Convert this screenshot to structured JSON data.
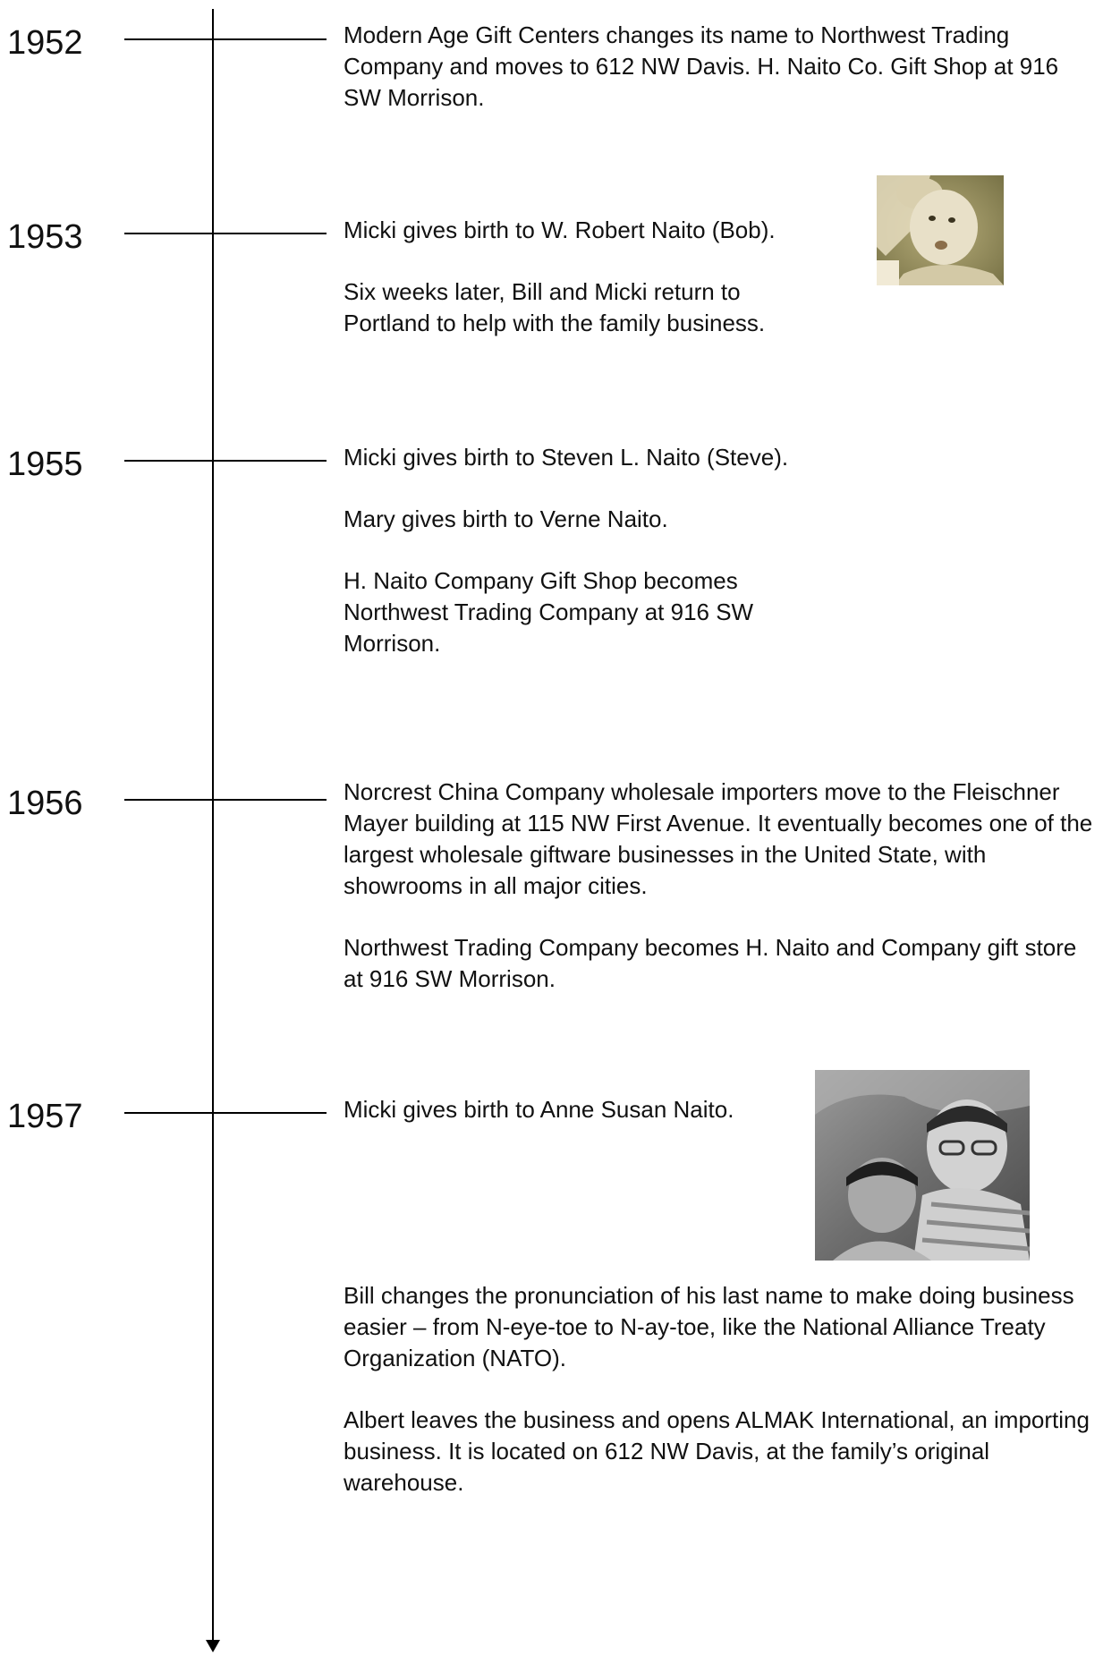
{
  "timeline": {
    "entries": [
      {
        "year": "1952",
        "paragraphs": [
          "Modern Age Gift Centers changes its name to Northwest Trading Company and moves to 612 NW Davis.  H. Naito Co. Gift Shop at 916 SW Morrison."
        ]
      },
      {
        "year": "1953",
        "paragraphs": [
          "Micki gives birth to W. Robert Naito (Bob).",
          "Six weeks later, Bill and Micki return to Portland to help with the family business."
        ]
      },
      {
        "year": "1955",
        "paragraphs": [
          "Micki gives birth to Steven L. Naito (Steve).",
          "Mary gives birth to Verne Naito.",
          "H. Naito Company Gift Shop becomes Northwest Trading Company at 916 SW Morrison."
        ]
      },
      {
        "year": "1956",
        "paragraphs": [
          "Norcrest China Company wholesale importers move to the Fleischner Mayer building at 115 NW First Avenue.  It eventually becomes one of the largest wholesale giftware businesses in the United State, with showrooms in all major cities.",
          "Northwest Trading Company becomes H. Naito and Company gift store at 916 SW Morrison."
        ]
      },
      {
        "year": "1957",
        "paragraphs": [
          "Micki gives birth to Anne Susan Naito.",
          "Bill changes the pronunciation of his last name to make doing business easier – from N-eye-toe to N-ay-toe, like the National Alliance Treaty Organization (NATO).",
          "Albert leaves the business and opens ALMAK International, an importing business.  It is located on 612 NW Davis, at the family’s original warehouse."
        ]
      }
    ]
  },
  "photos": {
    "baby_photo": "sepia-baby-photo",
    "father_child_photo": "black-and-white-father-child-photo"
  },
  "colors": {
    "text": "#111111",
    "axis": "#000000",
    "background": "#ffffff"
  }
}
